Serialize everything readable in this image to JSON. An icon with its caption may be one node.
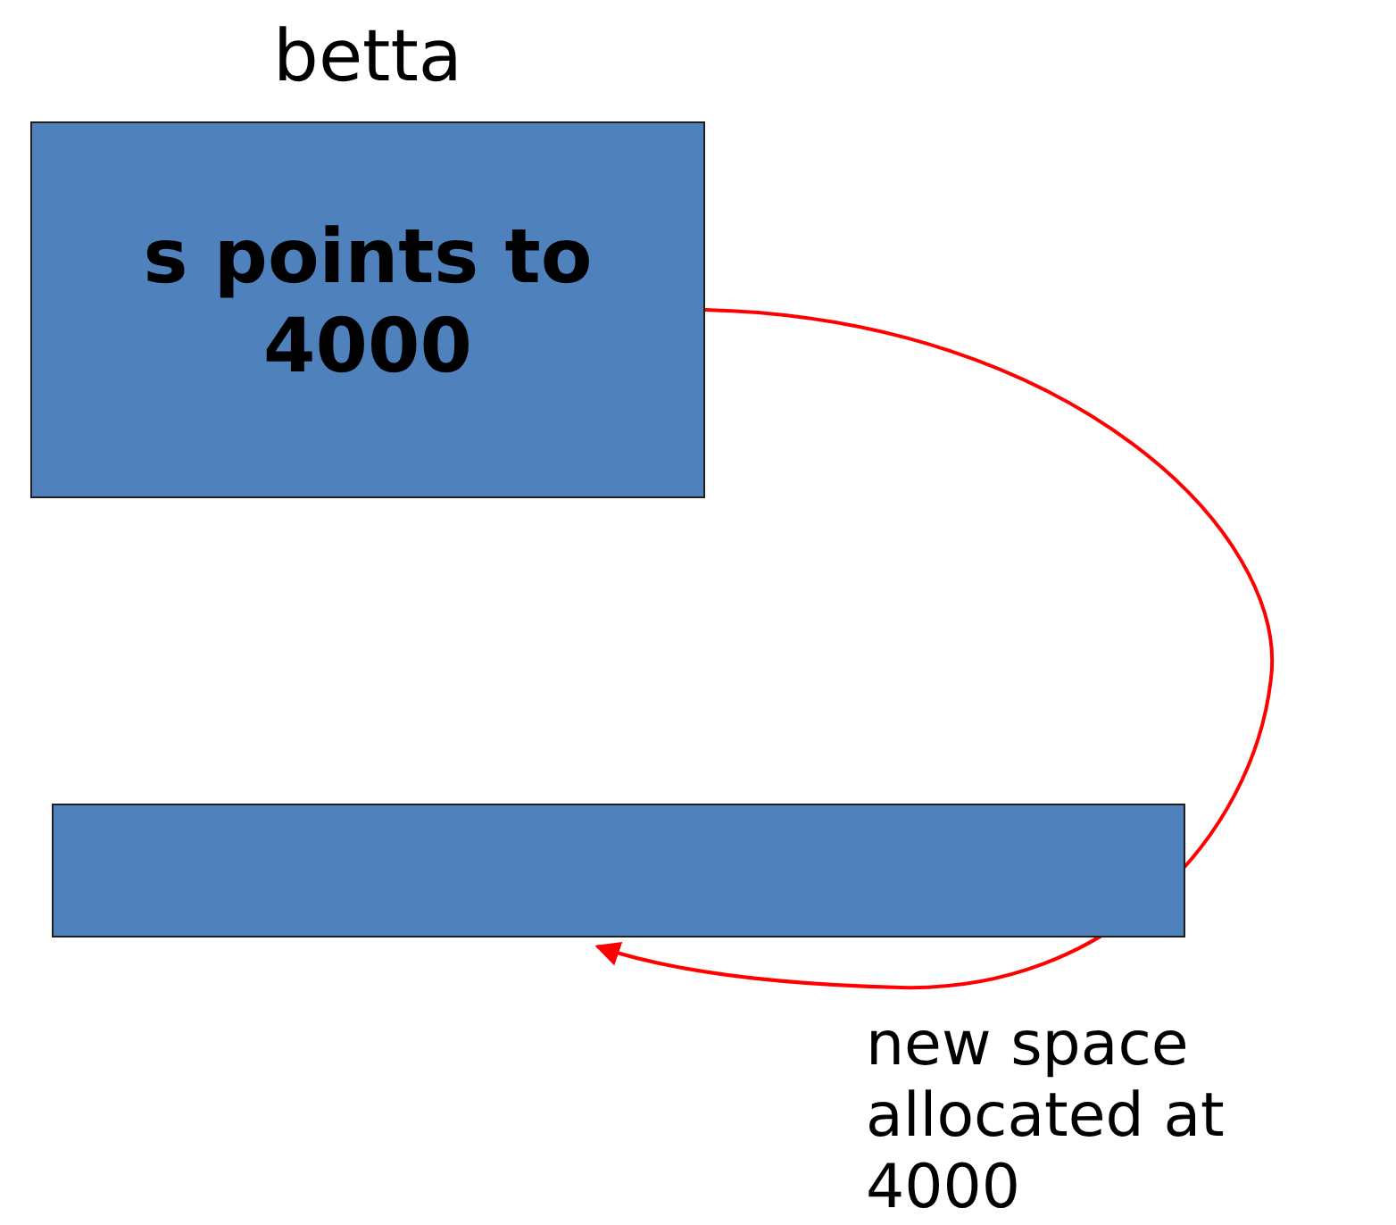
{
  "diagram": {
    "nodes": [
      {
        "text": [
          "betta",
          "s points to 4000"
        ]
      },
      {
        "text": [],
        "shape": "box",
        "beside": [
          "new space allocated at 4000"
        ]
      }
    ],
    "edges": [
      {
        "from": 0,
        "to": 1,
        "arrow": "to",
        "color": "#ff0000"
      }
    ]
  }
}
